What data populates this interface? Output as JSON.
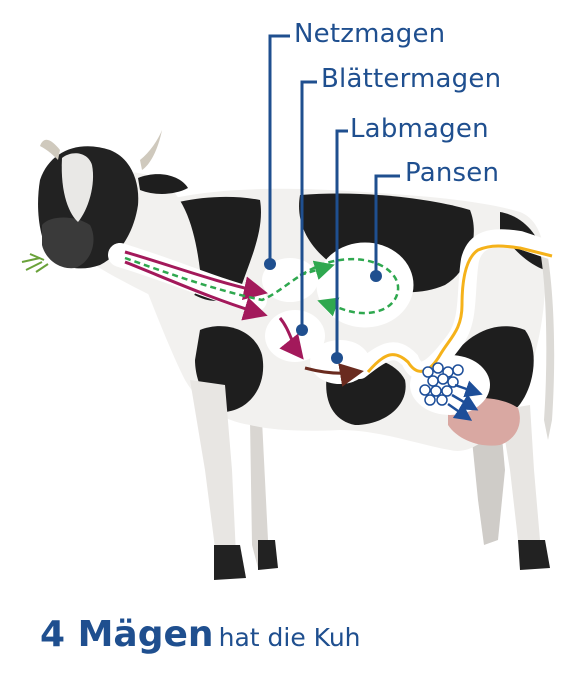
{
  "labels": {
    "netzmagen": "Netzmagen",
    "blaettermagen": "Blättermagen",
    "labmagen": "Labmagen",
    "pansen": "Pansen"
  },
  "caption": {
    "strong": "4 Mägen",
    "rest": "hat die Kuh"
  },
  "colors": {
    "label_blue": "#1f4f8f",
    "arrow_red": "#a3195b",
    "arrow_green": "#2fa84f",
    "intestine_yellow": "#f5b21a",
    "arrow_brown": "#6a2b1f",
    "blood_blue": "#1d4e99"
  }
}
